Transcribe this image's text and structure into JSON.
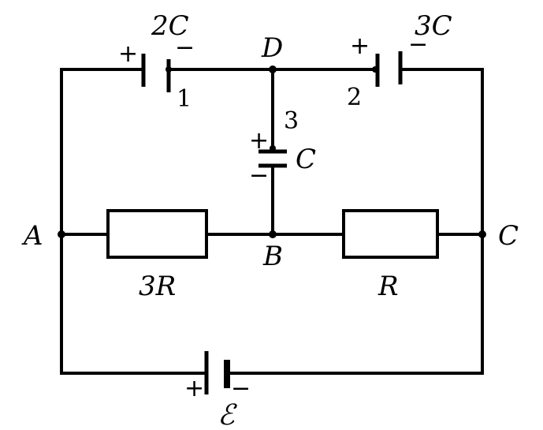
{
  "labels": {
    "node_a": "A",
    "node_b": "B",
    "node_c": "C",
    "node_d": "D",
    "cap1_value": "2C",
    "cap2_value": "3C",
    "cap3_value": "C",
    "cap1_index": "1",
    "cap2_index": "2",
    "cap3_index": "3",
    "res_left": "3R",
    "res_right": "R",
    "emf": "ℰ",
    "plus": "+",
    "minus": "−"
  }
}
